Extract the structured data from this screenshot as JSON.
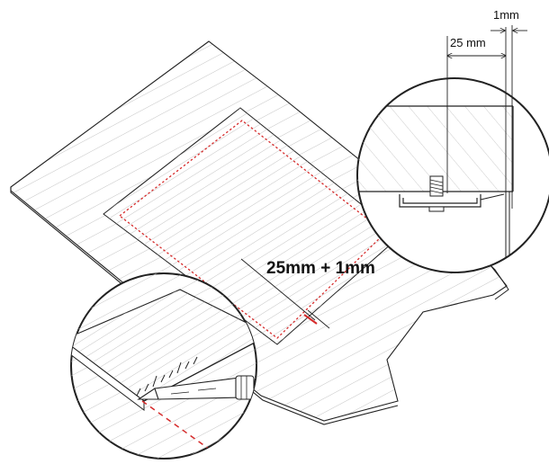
{
  "labels": {
    "gap_detail": "1mm",
    "offset_detail": "25 mm",
    "cut_offset": "25mm + 1mm"
  },
  "colors": {
    "line": "#222222",
    "hatch": "#bdbdbd",
    "cut_line": "#d62b2b",
    "background": "#ffffff"
  }
}
